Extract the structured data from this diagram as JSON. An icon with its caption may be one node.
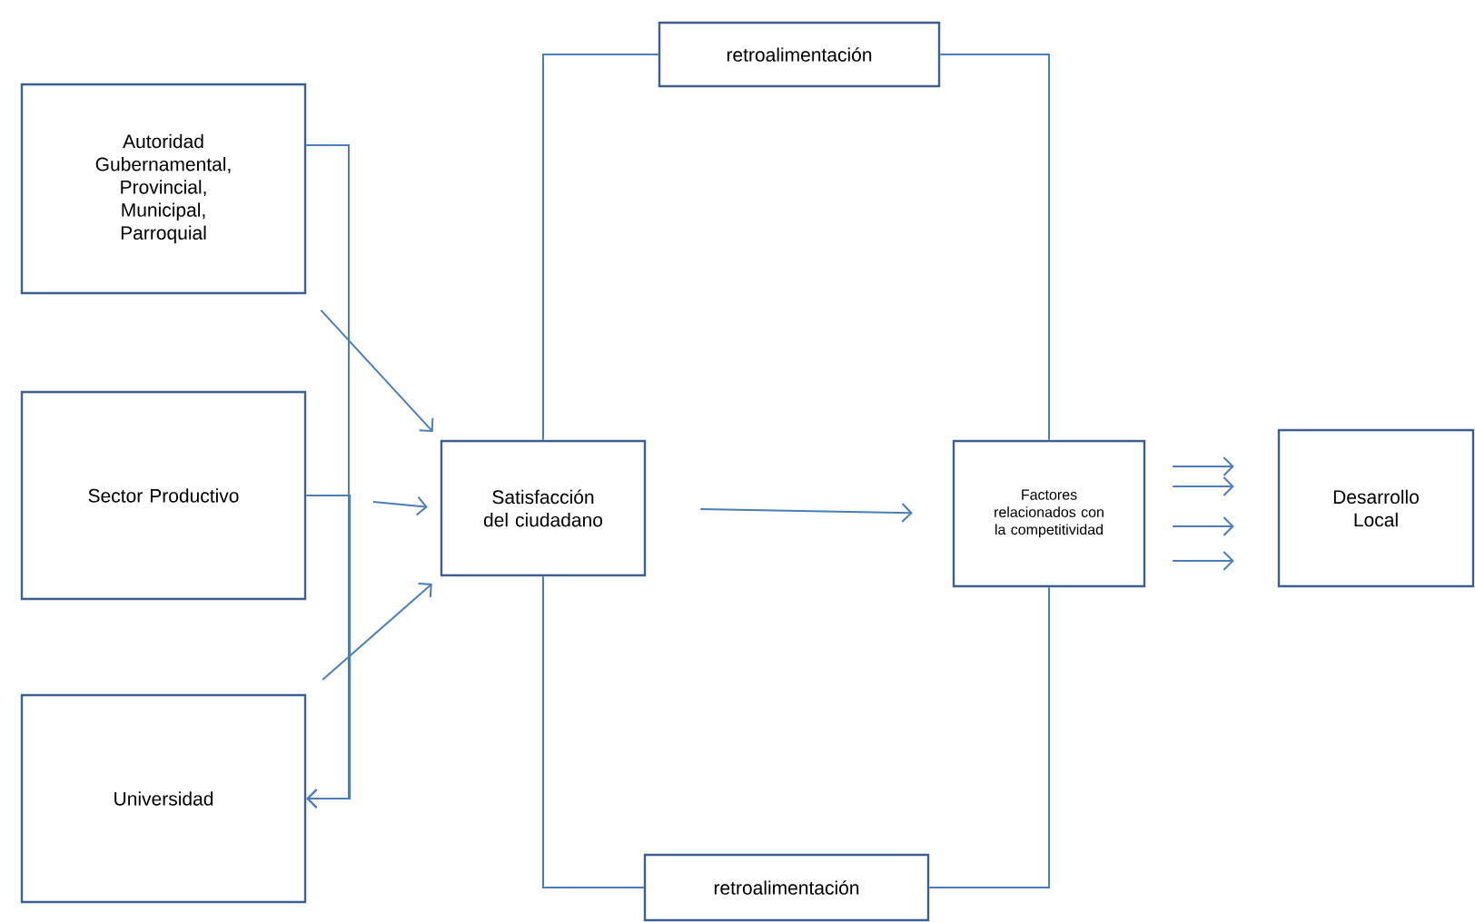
{
  "diagram": {
    "nodes": [
      {
        "text": [
          "Autoridad Gubernamental, Provincial, Municipal, Parroquial"
        ]
      },
      {
        "text": [
          "Sector Productivo"
        ]
      },
      {
        "text": [
          "Universidad"
        ]
      },
      {
        "text": [
          "Satisfacción del ciudadano"
        ]
      },
      {
        "text": [
          "Factores relacionados con la competitividad"
        ]
      },
      {
        "text": [
          "Desarrollo Local"
        ]
      },
      {
        "text": [
          "retroalimentación"
        ]
      },
      {
        "text": [
          "retroalimentación"
        ]
      }
    ],
    "edges": [
      {
        "from": 0,
        "to": 2,
        "arrow": "to"
      },
      {
        "from": 1,
        "to": 2,
        "arrow": "to"
      },
      {
        "from": 0,
        "to": 3,
        "arrow": "to"
      },
      {
        "from": 1,
        "to": 3,
        "arrow": "to"
      },
      {
        "from": 2,
        "to": 3,
        "arrow": "to"
      },
      {
        "from": 3,
        "to": 4,
        "arrow": "to"
      },
      {
        "from": 3,
        "to": 6,
        "arrow": "none"
      },
      {
        "from": 6,
        "to": 4,
        "arrow": "none"
      },
      {
        "from": 3,
        "to": 7,
        "arrow": "none"
      },
      {
        "from": 7,
        "to": 4,
        "arrow": "none"
      },
      {
        "from": 4,
        "to": 5,
        "arrow": "to"
      },
      {
        "from": 4,
        "to": 5,
        "arrow": "to"
      },
      {
        "from": 4,
        "to": 5,
        "arrow": "to"
      },
      {
        "from": 4,
        "to": 5,
        "arrow": "to"
      }
    ]
  }
}
